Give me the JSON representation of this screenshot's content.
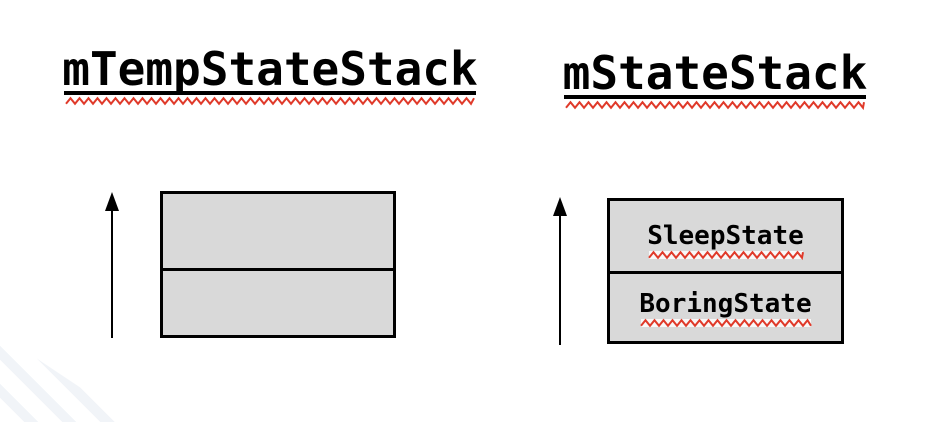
{
  "colors": {
    "box_fill": "#d9d9d9",
    "box_border": "#000000",
    "squiggle_red": "#e03a2a",
    "text": "#000000"
  },
  "icons": {
    "up_arrow": "▲"
  },
  "stacks": [
    {
      "id": "temp",
      "title": "mTempStateStack",
      "cells": [
        {
          "label": ""
        },
        {
          "label": ""
        }
      ]
    },
    {
      "id": "main",
      "title": "mStateStack",
      "cells": [
        {
          "label": "SleepState"
        },
        {
          "label": "BoringState"
        }
      ]
    }
  ]
}
